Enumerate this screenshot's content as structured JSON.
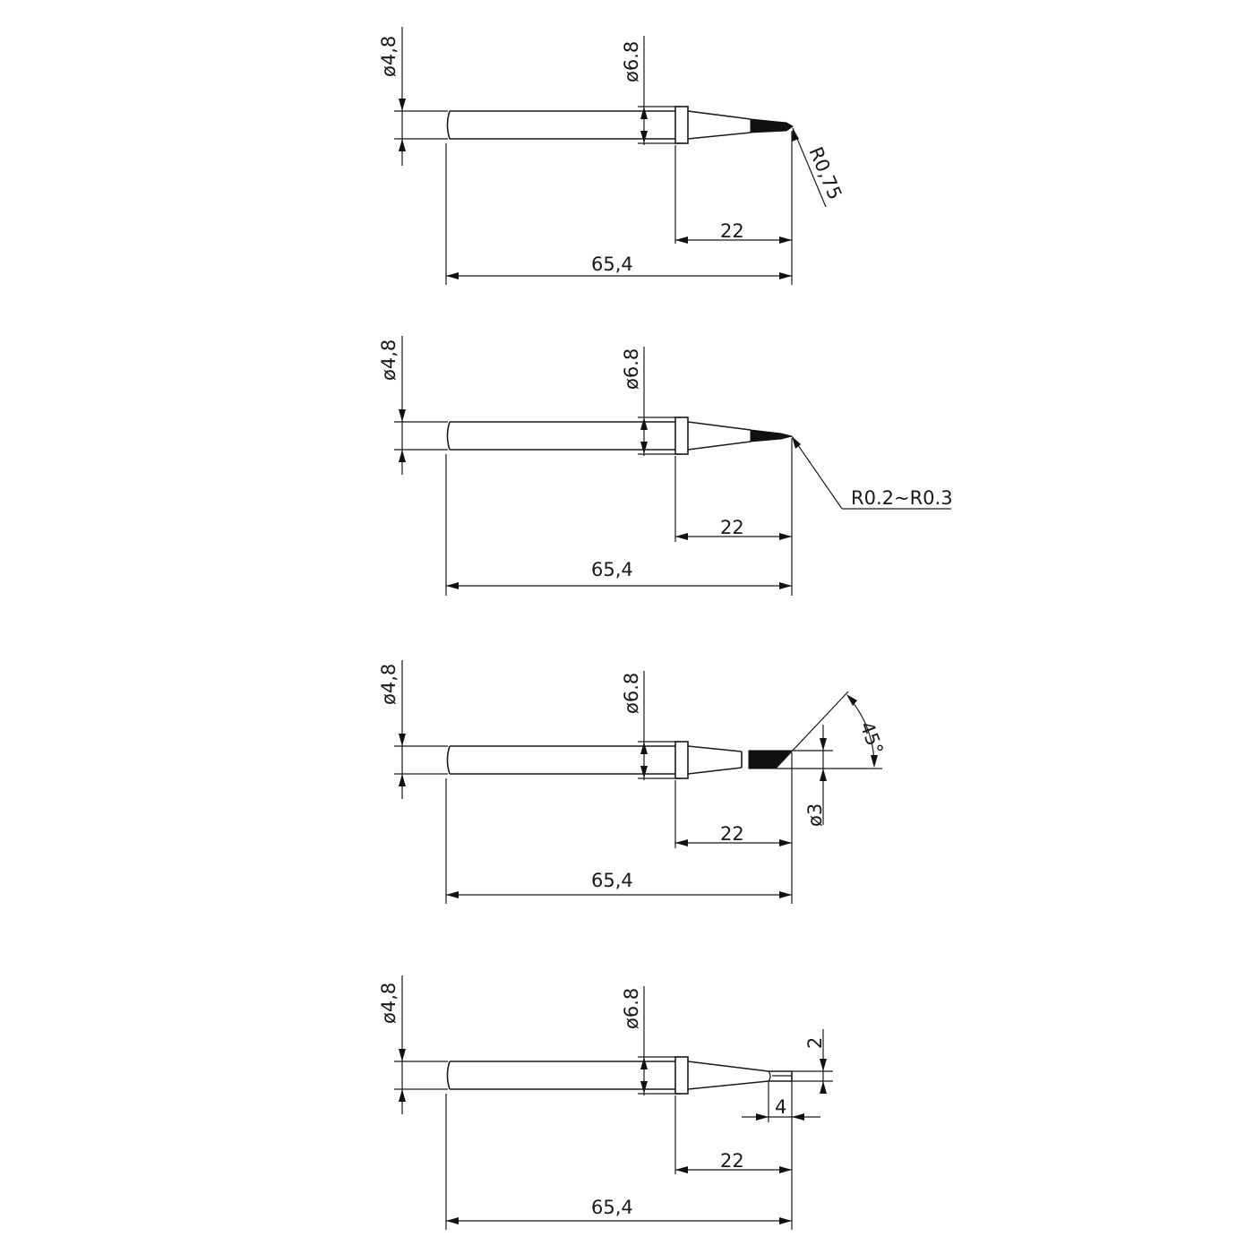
{
  "drawings": [
    {
      "name": "conical-tip-r075",
      "shank_diameter": "ø4,8",
      "collar_diameter": "ø6.8",
      "tip_length": "22",
      "total_length": "65,4",
      "tip_label": "R0,75"
    },
    {
      "name": "fine-conical-tip",
      "shank_diameter": "ø4,8",
      "collar_diameter": "ø6.8",
      "tip_length": "22",
      "total_length": "65,4",
      "tip_label": "R0.2~R0.3"
    },
    {
      "name": "bevel-tip-45",
      "shank_diameter": "ø4,8",
      "collar_diameter": "ø6.8",
      "tip_length": "22",
      "total_length": "65,4",
      "tip_label": "45°",
      "tip_diameter": "ø3"
    },
    {
      "name": "chisel-tip",
      "shank_diameter": "ø4,8",
      "collar_diameter": "ø6.8",
      "tip_length": "22",
      "total_length": "65,4",
      "tip_width": "2",
      "tip_flat_length": "4"
    }
  ],
  "colors": {
    "line": "#1a1a1a",
    "fill": "#111111",
    "background": "#ffffff"
  }
}
